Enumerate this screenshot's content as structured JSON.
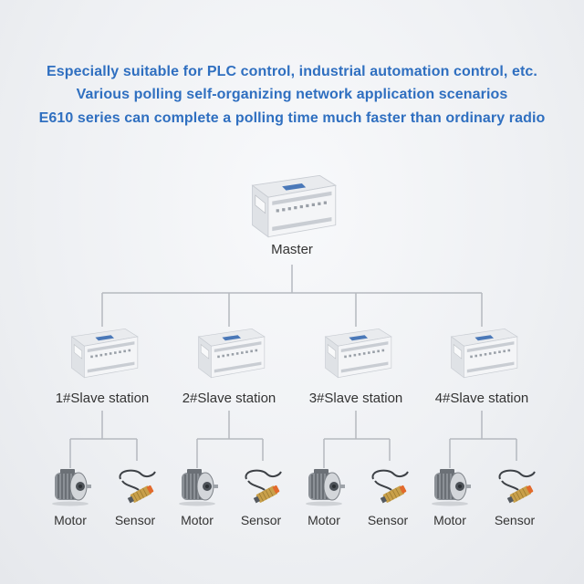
{
  "headlines": {
    "line1": "Especially suitable for PLC control, industrial automation control, etc.",
    "line2": "Various polling self-organizing network application scenarios",
    "line3": "E610 series can complete a polling time much faster than ordinary radio"
  },
  "master": {
    "label": "Master"
  },
  "slaves": [
    {
      "label": "1#Slave station",
      "motor_label": "Motor",
      "sensor_label": "Sensor"
    },
    {
      "label": "2#Slave station",
      "motor_label": "Motor",
      "sensor_label": "Sensor"
    },
    {
      "label": "3#Slave station",
      "motor_label": "Motor",
      "sensor_label": "Sensor"
    },
    {
      "label": "4#Slave station",
      "motor_label": "Motor",
      "sensor_label": "Sensor"
    }
  ],
  "colors": {
    "headline": "#2f6fc0",
    "connector": "#b5b9bf",
    "device_body": "#f2f3f5",
    "device_accent": "#4a78b8"
  },
  "icons": {
    "plc": "plc-controller-icon",
    "motor": "motor-icon",
    "sensor": "proximity-sensor-icon"
  }
}
